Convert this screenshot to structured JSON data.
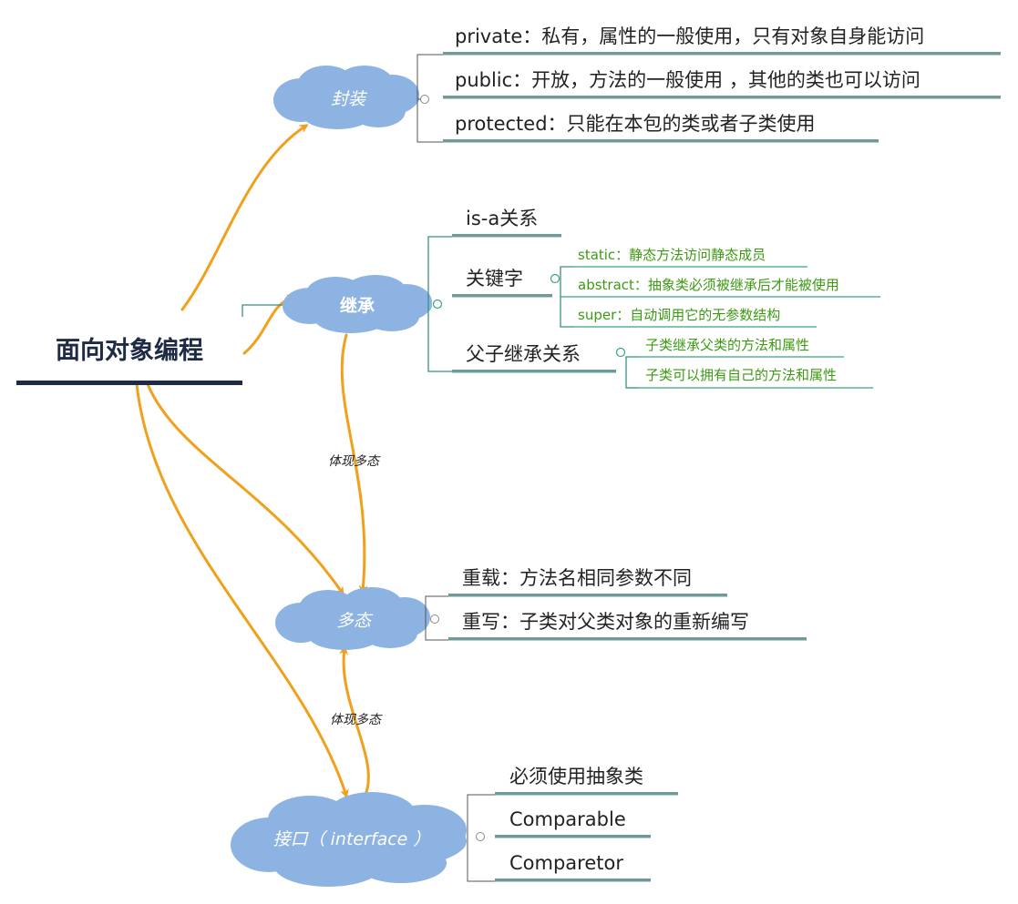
{
  "root": {
    "label": "面向对象编程"
  },
  "colors": {
    "cloud": "#8db3e2",
    "arrow": "#f0a01a",
    "underline": "#6e9b97",
    "green_text": "#3c9a12",
    "root_text": "#1f2a44"
  },
  "topics": {
    "encapsulation": {
      "label": "封装",
      "items": [
        "private：私有，属性的一般使用，只有对象自身能访问",
        "public：开放，方法的一般使用 ，其他的类也可以访问",
        "protected：只能在本包的类或者子类使用"
      ]
    },
    "inheritance": {
      "label": "继承",
      "items": [
        "is-a关系",
        "关键字",
        "父子继承关系"
      ],
      "keywords": [
        "static：静态方法访问静态成员",
        "abstract：抽象类必须被继承后才能被使用",
        "super：自动调用它的无参数结构"
      ],
      "parent_child": [
        "子类继承父类的方法和属性",
        "子类可以拥有自己的方法和属性"
      ]
    },
    "polymorphism": {
      "label": "多态",
      "items": [
        "重载：方法名相同参数不同",
        "重写：子类对父类对象的重新编写"
      ]
    },
    "interface": {
      "label": "接口（ interface ）",
      "items": [
        "必须使用抽象类",
        "Comparable",
        "Comparetor"
      ]
    }
  },
  "relations": {
    "inheritance_to_polymorphism": "体现多态",
    "interface_to_polymorphism": "体现多态"
  }
}
